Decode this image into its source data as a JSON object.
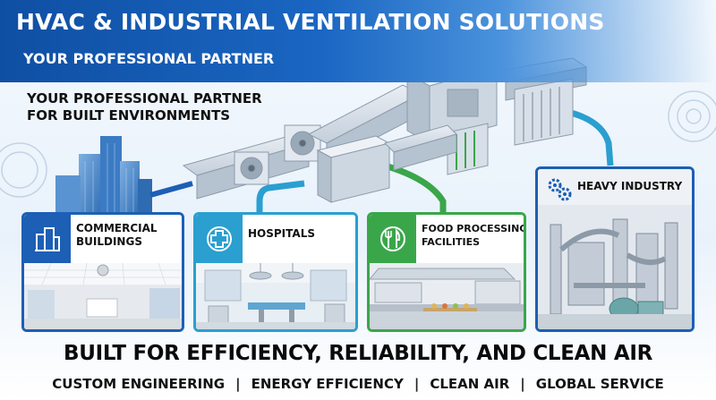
{
  "banner": {
    "title": "HVAC & INDUSTRIAL VENTILATION SOLUTIONS",
    "subtitle": "YOUR PROFESSIONAL PARTNER"
  },
  "tagline": {
    "line1": "YOUR PROFESSIONAL PARTNER",
    "line2": "FOR BUILT ENVIRONMENTS"
  },
  "sectors": [
    {
      "line1": "COMMERCIAL",
      "line2": "BUILDINGS",
      "icon": "building-icon",
      "accent": "#1c5fb5"
    },
    {
      "line1": "HOSPITALS",
      "line2": "",
      "icon": "medical-cross-icon",
      "accent": "#2a9fd0"
    },
    {
      "line1": "FOOD PROCESSING",
      "line2": "FACILITIES",
      "icon": "fork-knife-icon",
      "accent": "#3aa64a"
    },
    {
      "line1": "HEAVY INDUSTRY",
      "line2": "",
      "icon": "gears-icon",
      "accent": "#1c5fb5"
    }
  ],
  "headline": "BUILT FOR EFFICIENCY, RELIABILITY, AND CLEAN AIR",
  "features": [
    "CUSTOM ENGINEERING",
    "ENERGY EFFICIENCY",
    "CLEAN AIR",
    "GLOBAL SERVICE"
  ],
  "separator": "|",
  "colors": {
    "brand_blue": "#1c5fb5",
    "hospital_blue": "#2a9fd0",
    "food_green": "#3aa64a",
    "duct_grey": "#c9d3de"
  }
}
